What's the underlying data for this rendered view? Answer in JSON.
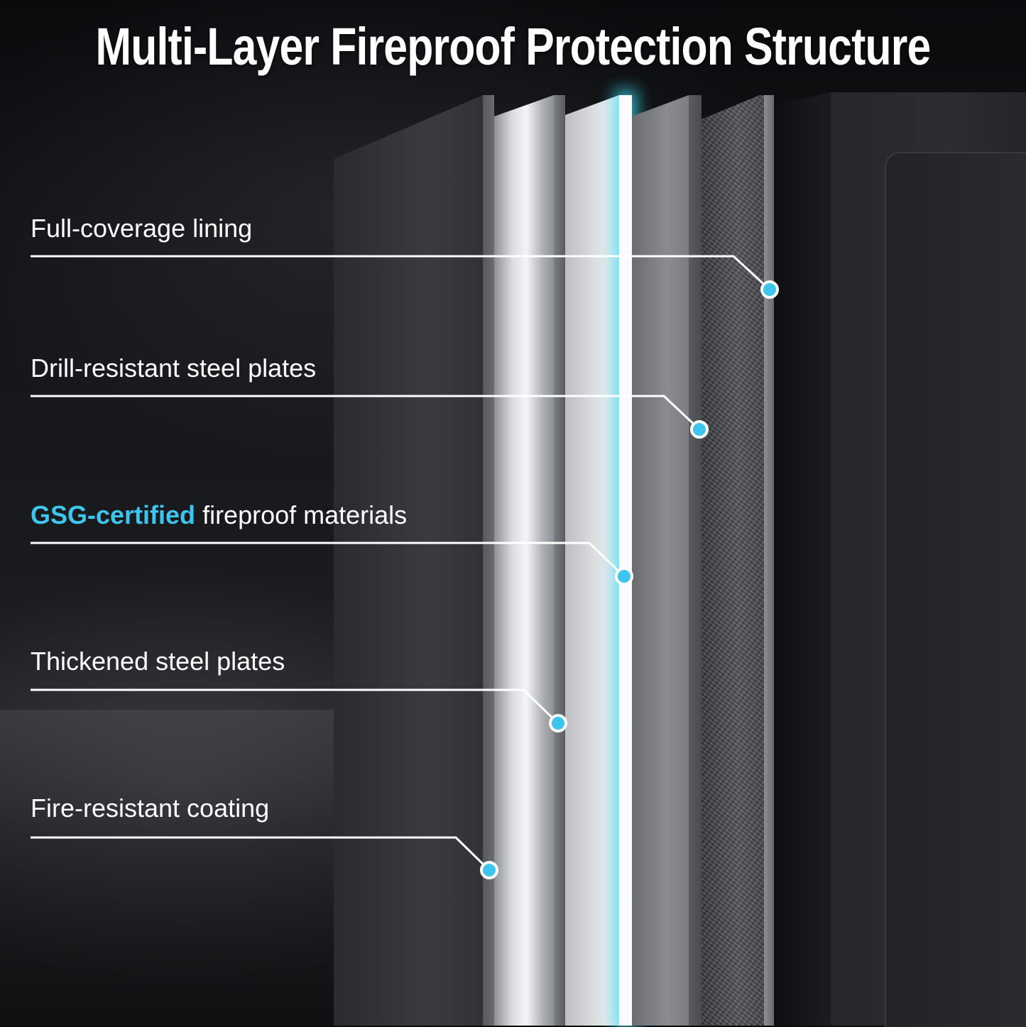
{
  "title": "Multi-Layer Fireproof Protection Structure",
  "accent_color": "#3ec5ee",
  "callouts": [
    {
      "label": "Full-coverage lining"
    },
    {
      "label": "Drill-resistant steel plates"
    },
    {
      "label_accent": "GSG-certified",
      "label": " fireproof materials"
    },
    {
      "label": "Thickened steel plates"
    },
    {
      "label": "Fire-resistant coating"
    }
  ]
}
